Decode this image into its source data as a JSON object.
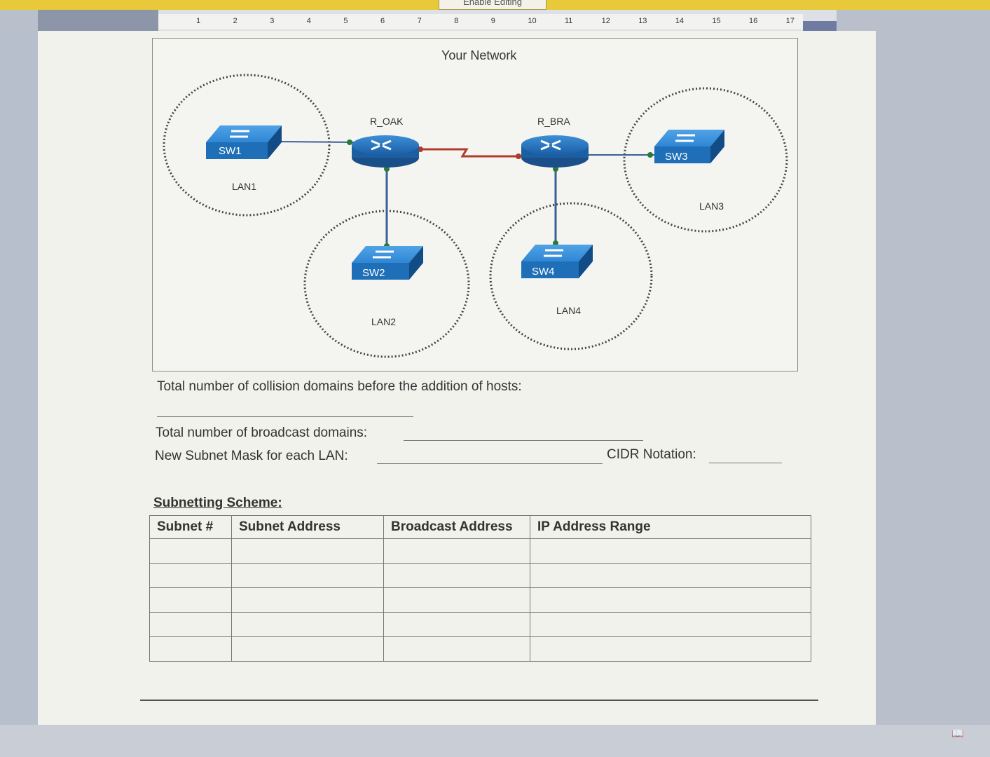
{
  "ribbon": {
    "button_label": "Enable Editing"
  },
  "ruler": {
    "ticks": [
      "1",
      "2",
      "3",
      "4",
      "5",
      "6",
      "7",
      "8",
      "9",
      "10",
      "11",
      "12",
      "13",
      "14",
      "15",
      "16",
      "17"
    ]
  },
  "diagram": {
    "title": "Your Network",
    "routers": [
      {
        "name": "R_OAK"
      },
      {
        "name": "R_BRA"
      }
    ],
    "switches": [
      {
        "name": "SW1"
      },
      {
        "name": "SW2"
      },
      {
        "name": "SW3"
      },
      {
        "name": "SW4"
      }
    ],
    "lans": [
      {
        "name": "LAN1"
      },
      {
        "name": "LAN2"
      },
      {
        "name": "LAN3"
      },
      {
        "name": "LAN4"
      }
    ],
    "colors": {
      "device_blue": "#1e6fb8",
      "link_blue": "#3a5f9a",
      "wan_red": "#b23a2a"
    }
  },
  "questions": {
    "collision": "Total number of collision domains before the addition of hosts:",
    "broadcast": "Total number of broadcast domains:",
    "mask": "New Subnet Mask for each LAN:",
    "cidr": "CIDR Notation:"
  },
  "scheme": {
    "title": "Subnetting Scheme:",
    "headers": [
      "Subnet #",
      "Subnet Address",
      "Broadcast Address",
      "IP Address Range"
    ],
    "rows": [
      [
        "",
        "",
        "",
        ""
      ],
      [
        "",
        "",
        "",
        ""
      ],
      [
        "",
        "",
        "",
        ""
      ],
      [
        "",
        "",
        "",
        ""
      ],
      [
        "",
        "",
        "",
        ""
      ]
    ]
  }
}
